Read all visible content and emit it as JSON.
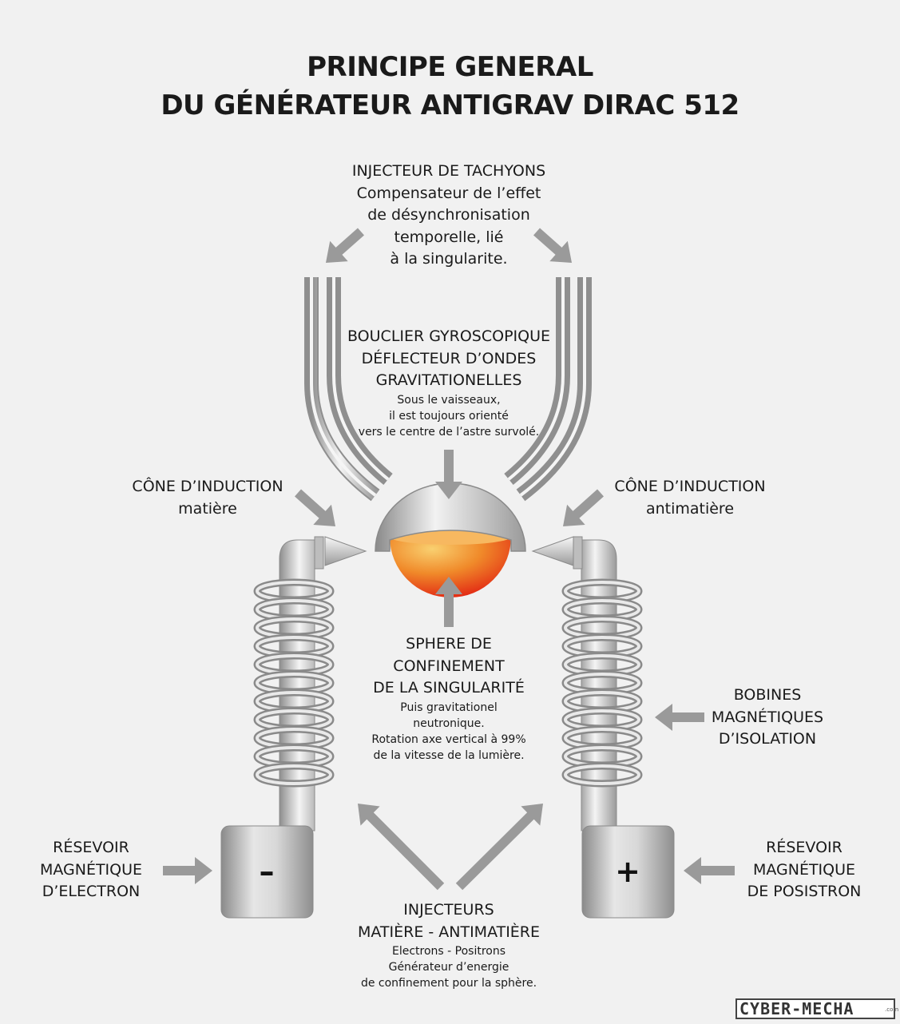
{
  "title": {
    "line1": "PRINCIPE GENERAL",
    "line2": "DU GÉNÉRATEUR ANTIGRAV DIRAC 512"
  },
  "labels": {
    "tachyons": {
      "lines": [
        "INJECTEUR DE TACHYONS",
        "Compensateur de l’effet",
        "de désynchronisation",
        "temporelle, lié",
        "à la singularite."
      ]
    },
    "bouclier": {
      "lines": [
        "BOUCLIER GYROSCOPIQUE",
        "DÉFLECTEUR D’ONDES",
        "GRAVITATIONELLES"
      ],
      "small": [
        "Sous le vaisseaux,",
        "il est toujours orienté",
        "vers le centre de l’astre survolé."
      ]
    },
    "cone_matiere": {
      "lines": [
        "CÔNE D’INDUCTION",
        "matière"
      ]
    },
    "cone_antimatiere": {
      "lines": [
        "CÔNE D’INDUCTION",
        "antimatière"
      ]
    },
    "sphere": {
      "lines": [
        "SPHERE DE",
        "CONFINEMENT",
        "DE LA SINGULARITÉ"
      ],
      "small": [
        "Puis gravitationel",
        "neutronique.",
        "Rotation axe vertical à 99%",
        "de la vitesse de la lumière."
      ]
    },
    "bobines": {
      "lines": [
        "BOBINES",
        "MAGNÉTIQUES",
        "D’ISOLATION"
      ]
    },
    "reservoir_electron": {
      "lines": [
        "RÉSEVOIR",
        "MAGNÉTIQUE",
        "D’ELECTRON"
      ]
    },
    "reservoir_positron": {
      "lines": [
        "RÉSEVOIR",
        "MAGNÉTIQUE",
        "DE POSISTRON"
      ]
    },
    "injecteurs": {
      "lines": [
        "INJECTEURS",
        "MATIÈRE - ANTIMATIÈRE"
      ],
      "small": [
        "Electrons - Positrons",
        "Générateur d’energie",
        "de confinement pour la sphère."
      ]
    }
  },
  "reservoirs": {
    "minus_sign": "–",
    "plus_sign": "+"
  },
  "brand": {
    "text": "CYBER-MECHA",
    "suffix": ".com"
  },
  "colors": {
    "arrow": "#9a9a9a",
    "metal_dark": "#8c8c8c",
    "metal_light": "#f6f6f6",
    "sphere_inner": "#f8c25a",
    "sphere_outer": "#e41b12"
  }
}
